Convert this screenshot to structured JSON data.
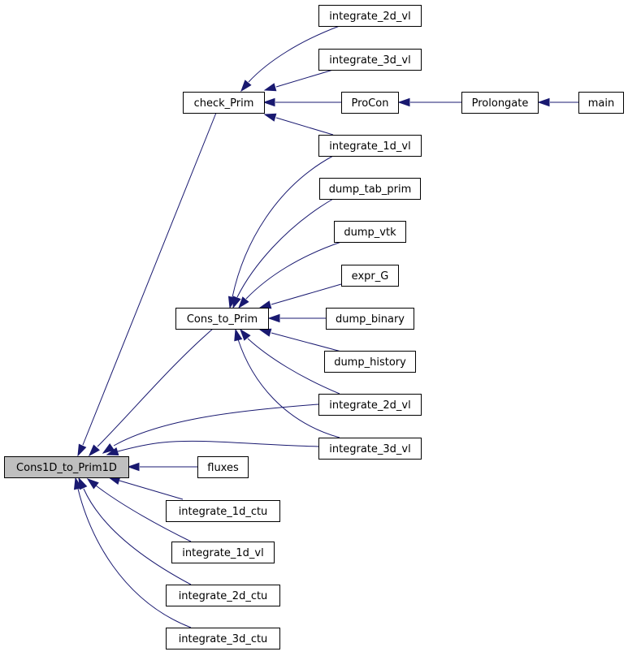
{
  "nodes": [
    {
      "id": "cons1d",
      "label": "Cons1D_to_Prim1D",
      "root": true
    },
    {
      "id": "check_prim",
      "label": "check_Prim"
    },
    {
      "id": "cons_to_prim",
      "label": "Cons_to_Prim"
    },
    {
      "id": "fluxes",
      "label": "fluxes"
    },
    {
      "id": "i1dctu",
      "label": "integrate_1d_ctu"
    },
    {
      "id": "i1dvl_b",
      "label": "integrate_1d_vl"
    },
    {
      "id": "i2dctu",
      "label": "integrate_2d_ctu"
    },
    {
      "id": "i3dctu",
      "label": "integrate_3d_ctu"
    },
    {
      "id": "i2dvl_top",
      "label": "integrate_2d_vl"
    },
    {
      "id": "i3dvl_top",
      "label": "integrate_3d_vl"
    },
    {
      "id": "procon",
      "label": "ProCon"
    },
    {
      "id": "i1dvl",
      "label": "integrate_1d_vl"
    },
    {
      "id": "dump_tab_prim",
      "label": "dump_tab_prim"
    },
    {
      "id": "dump_vtk",
      "label": "dump_vtk"
    },
    {
      "id": "expr_g",
      "label": "expr_G"
    },
    {
      "id": "dump_binary",
      "label": "dump_binary"
    },
    {
      "id": "dump_history",
      "label": "dump_history"
    },
    {
      "id": "i2dvl_mid",
      "label": "integrate_2d_vl"
    },
    {
      "id": "i3dvl_mid",
      "label": "integrate_3d_vl"
    },
    {
      "id": "prolongate",
      "label": "Prolongate"
    },
    {
      "id": "main",
      "label": "main"
    }
  ],
  "edges": [
    {
      "from": "check_prim",
      "to": "cons1d"
    },
    {
      "from": "cons_to_prim",
      "to": "cons1d"
    },
    {
      "from": "i2dvl_mid",
      "to": "cons1d"
    },
    {
      "from": "i3dvl_mid",
      "to": "cons1d"
    },
    {
      "from": "fluxes",
      "to": "cons1d"
    },
    {
      "from": "i1dctu",
      "to": "cons1d"
    },
    {
      "from": "i1dvl_b",
      "to": "cons1d"
    },
    {
      "from": "i2dctu",
      "to": "cons1d"
    },
    {
      "from": "i3dctu",
      "to": "cons1d"
    },
    {
      "from": "i2dvl_top",
      "to": "check_prim"
    },
    {
      "from": "i3dvl_top",
      "to": "check_prim"
    },
    {
      "from": "procon",
      "to": "check_prim"
    },
    {
      "from": "i1dvl",
      "to": "check_prim"
    },
    {
      "from": "prolongate",
      "to": "procon"
    },
    {
      "from": "main",
      "to": "prolongate"
    },
    {
      "from": "i1dvl",
      "to": "cons_to_prim"
    },
    {
      "from": "dump_tab_prim",
      "to": "cons_to_prim"
    },
    {
      "from": "dump_vtk",
      "to": "cons_to_prim"
    },
    {
      "from": "expr_g",
      "to": "cons_to_prim"
    },
    {
      "from": "dump_binary",
      "to": "cons_to_prim"
    },
    {
      "from": "dump_history",
      "to": "cons_to_prim"
    },
    {
      "from": "i2dvl_mid",
      "to": "cons_to_prim"
    },
    {
      "from": "i3dvl_mid",
      "to": "cons_to_prim"
    }
  ]
}
